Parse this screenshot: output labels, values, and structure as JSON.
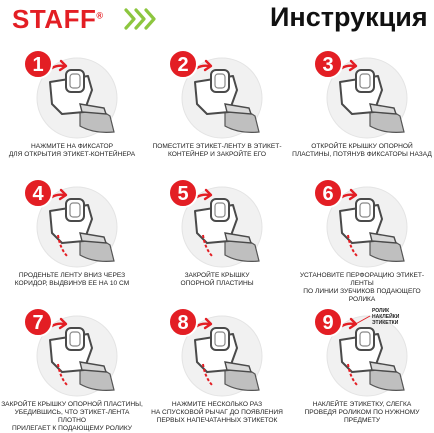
{
  "header": {
    "brand": "STAFF",
    "brand_mark": "®",
    "title": "Инструкция"
  },
  "colors": {
    "accent": "#e31e24",
    "green": "#8dc63f",
    "hand": "#bfbfbf",
    "device": "#4a4a4a",
    "tape": "#e31e24"
  },
  "steps": [
    {
      "number": "1",
      "lines": [
        "Нажмите на фиксатор",
        "для открытия этикет-контейнера"
      ]
    },
    {
      "number": "2",
      "lines": [
        "Поместите этикет-ленту в этикет-",
        "контейнер и закройте его"
      ]
    },
    {
      "number": "3",
      "lines": [
        "Откройте крышку опорной",
        "пластины, потянув фиксаторы назад"
      ]
    },
    {
      "number": "4",
      "lines": [
        "Проденьте ленту вниз через",
        "коридор, выдвинув ее на 10 см"
      ]
    },
    {
      "number": "5",
      "lines": [
        "Закройте крышку",
        "опорной пластины"
      ]
    },
    {
      "number": "6",
      "lines": [
        "Установите перфорацию этикет-ленты",
        "по линии зубчиков подающего ролика"
      ]
    },
    {
      "number": "7",
      "lines": [
        "Закройте крышку опорной пластины,",
        "убедившись, что этикет-лента плотно",
        "прилегает к подающему ролику"
      ]
    },
    {
      "number": "8",
      "lines": [
        "Нажмите несколько раз",
        "на спусковой рычаг до появления",
        "первых напечатанных этикеток"
      ]
    },
    {
      "number": "9",
      "lines": [
        "Наклейте этикетку, слегка",
        "проведя роликом по нужному",
        "предмету"
      ],
      "callout": [
        "Ролик",
        "наклейки",
        "этикетки"
      ]
    }
  ]
}
